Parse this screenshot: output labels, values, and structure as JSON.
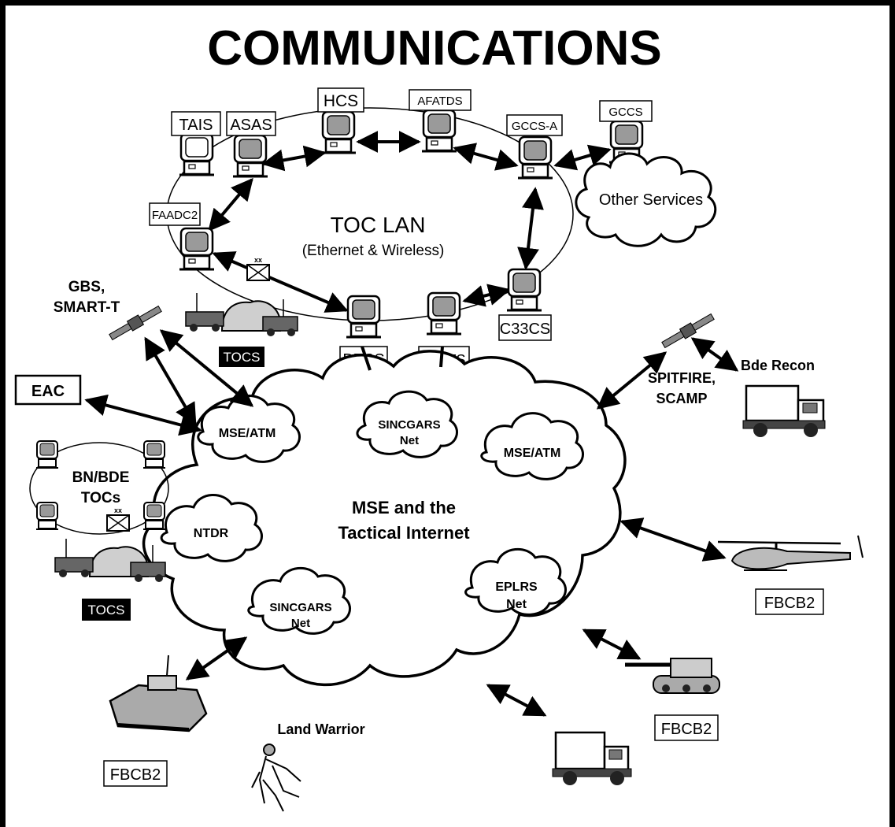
{
  "title": "COMMUNICATIONS",
  "toc_lan": {
    "title": "TOC  LAN",
    "subtitle": "(Ethernet & Wireless)"
  },
  "lan_nodes": {
    "tais": "TAIS",
    "asas": "ASAS",
    "hcs": "HCS",
    "afatds": "AFATDS",
    "gccs_a": "GCCS-A",
    "gccs": "GCCS",
    "faadc2": "FAADC2",
    "c33cs": "C33CS",
    "dtss": "DTSS",
    "imets": "IMETS"
  },
  "other_services": "Other Services",
  "tocs_label": "TOCS",
  "gbs_label": [
    "GBS,",
    "SMART-T"
  ],
  "eac_label": "EAC",
  "bn_bde": [
    "BN/BDE",
    "TOCs"
  ],
  "clouds": {
    "mse_atm_left": "MSE/ATM",
    "sincgars_top": [
      "SINCGARS",
      "Net"
    ],
    "mse_atm_right": "MSE/ATM",
    "ntdr": "NTDR",
    "sincgars_bottom": [
      "SINCGARS",
      "Net"
    ],
    "eplrs": [
      "EPLRS",
      "Net"
    ],
    "main": [
      "MSE and the",
      "Tactical Internet"
    ]
  },
  "spitfire_label": [
    "SPITFIRE,",
    "SCAMP"
  ],
  "bde_recon": "Bde Recon",
  "fbcb2": "FBCB2",
  "land_warrior": "Land Warrior"
}
